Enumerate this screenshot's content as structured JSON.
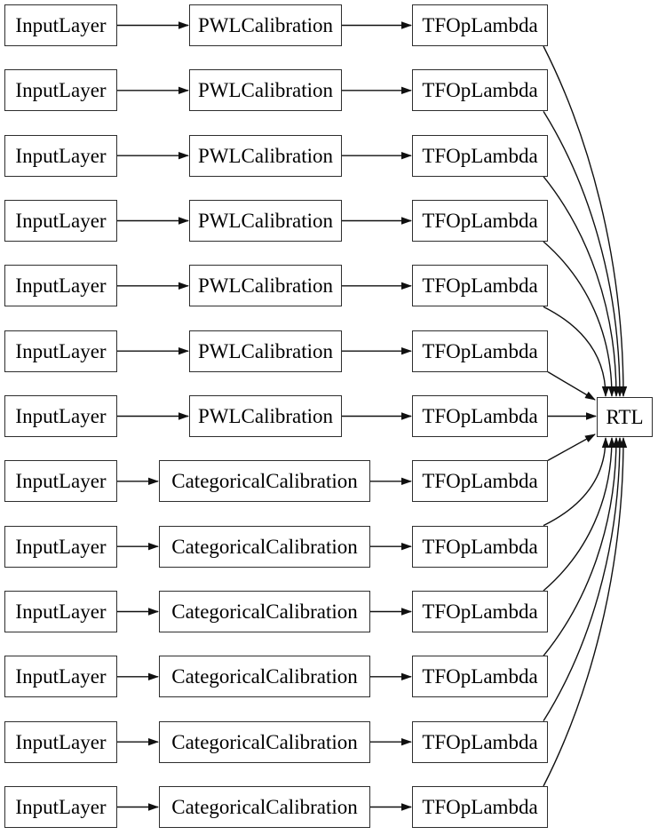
{
  "graph": {
    "rows": [
      {
        "input": "InputLayer",
        "calibration": "PWLCalibration",
        "op": "TFOpLambda"
      },
      {
        "input": "InputLayer",
        "calibration": "PWLCalibration",
        "op": "TFOpLambda"
      },
      {
        "input": "InputLayer",
        "calibration": "PWLCalibration",
        "op": "TFOpLambda"
      },
      {
        "input": "InputLayer",
        "calibration": "PWLCalibration",
        "op": "TFOpLambda"
      },
      {
        "input": "InputLayer",
        "calibration": "PWLCalibration",
        "op": "TFOpLambda"
      },
      {
        "input": "InputLayer",
        "calibration": "PWLCalibration",
        "op": "TFOpLambda"
      },
      {
        "input": "InputLayer",
        "calibration": "PWLCalibration",
        "op": "TFOpLambda"
      },
      {
        "input": "InputLayer",
        "calibration": "CategoricalCalibration",
        "op": "TFOpLambda"
      },
      {
        "input": "InputLayer",
        "calibration": "CategoricalCalibration",
        "op": "TFOpLambda"
      },
      {
        "input": "InputLayer",
        "calibration": "CategoricalCalibration",
        "op": "TFOpLambda"
      },
      {
        "input": "InputLayer",
        "calibration": "CategoricalCalibration",
        "op": "TFOpLambda"
      },
      {
        "input": "InputLayer",
        "calibration": "CategoricalCalibration",
        "op": "TFOpLambda"
      },
      {
        "input": "InputLayer",
        "calibration": "CategoricalCalibration",
        "op": "TFOpLambda"
      }
    ],
    "output": {
      "label": "RTL"
    },
    "colors": {
      "background": "#ffffff",
      "box_border": "#2e2e2e",
      "edge": "#101010",
      "text": "#000000"
    }
  }
}
